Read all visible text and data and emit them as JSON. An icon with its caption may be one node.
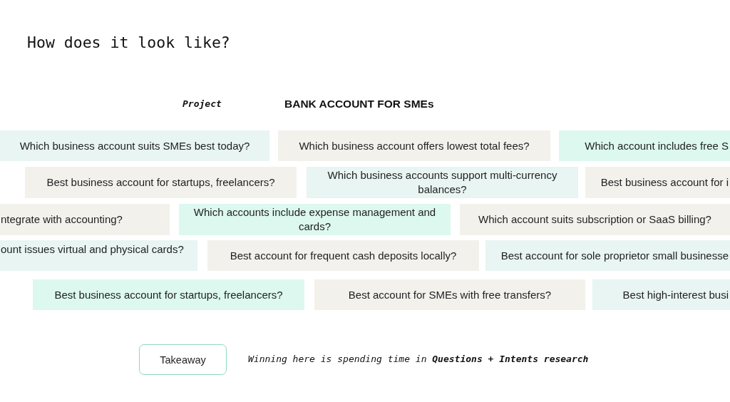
{
  "diagram": {
    "title": "How does it look like?",
    "nodes": [
      {
        "text": [
          "Which business account suits SMEs best today?"
        ]
      },
      {
        "text": [
          "Which business account offers lowest total fees?"
        ]
      },
      {
        "text": [
          "Which account includes free S"
        ]
      },
      {
        "text": [
          "Best business account for startups, freelancers?"
        ]
      },
      {
        "text": [
          "Which business accounts support multi-currency balances?"
        ]
      },
      {
        "text": [
          "Best business account for i"
        ]
      },
      {
        "text": [
          "ntegrate with accounting?"
        ]
      },
      {
        "text": [
          "Which accounts include expense management and cards?"
        ]
      },
      {
        "text": [
          "Which account suits subscription or SaaS billing?"
        ]
      },
      {
        "text": [
          "ount issues virtual and physical cards?"
        ]
      },
      {
        "text": [
          "Best account for frequent cash deposits locally?"
        ]
      },
      {
        "text": [
          "Best account for sole proprietor small businesse"
        ]
      },
      {
        "text": [
          "Best business account for startups, freelancers?"
        ]
      },
      {
        "text": [
          "Best account for SMEs with free transfers?"
        ]
      },
      {
        "text": [
          "Best high-interest busi"
        ]
      },
      {
        "text": [
          "Takeaway"
        ],
        "beside": [
          "Winning here is spending time in **Questions + Intents research**"
        ]
      }
    ],
    "labels": [
      "Project",
      "BANK ACCOUNT FOR SMEs"
    ]
  }
}
